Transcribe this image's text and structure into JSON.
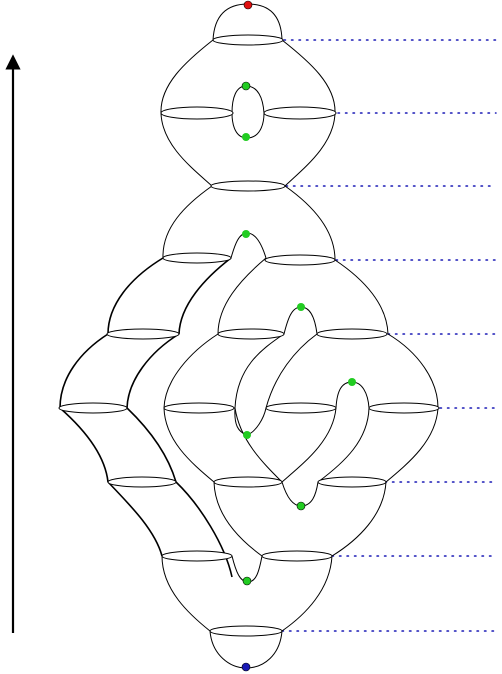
{
  "colors": {
    "maximum": "#e01010",
    "saddle": "#22cc22",
    "minimum": "#1a1ab5",
    "level_line": "#1a1ab5",
    "stroke": "#000000"
  },
  "critical_points": [
    {
      "type": "maximum"
    },
    {
      "type": "saddle"
    },
    {
      "type": "saddle"
    },
    {
      "type": "saddle"
    },
    {
      "type": "saddle"
    },
    {
      "type": "saddle"
    },
    {
      "type": "saddle"
    },
    {
      "type": "saddle"
    },
    {
      "type": "minimum"
    }
  ],
  "level_sets": 9,
  "arrow_direction": "up"
}
